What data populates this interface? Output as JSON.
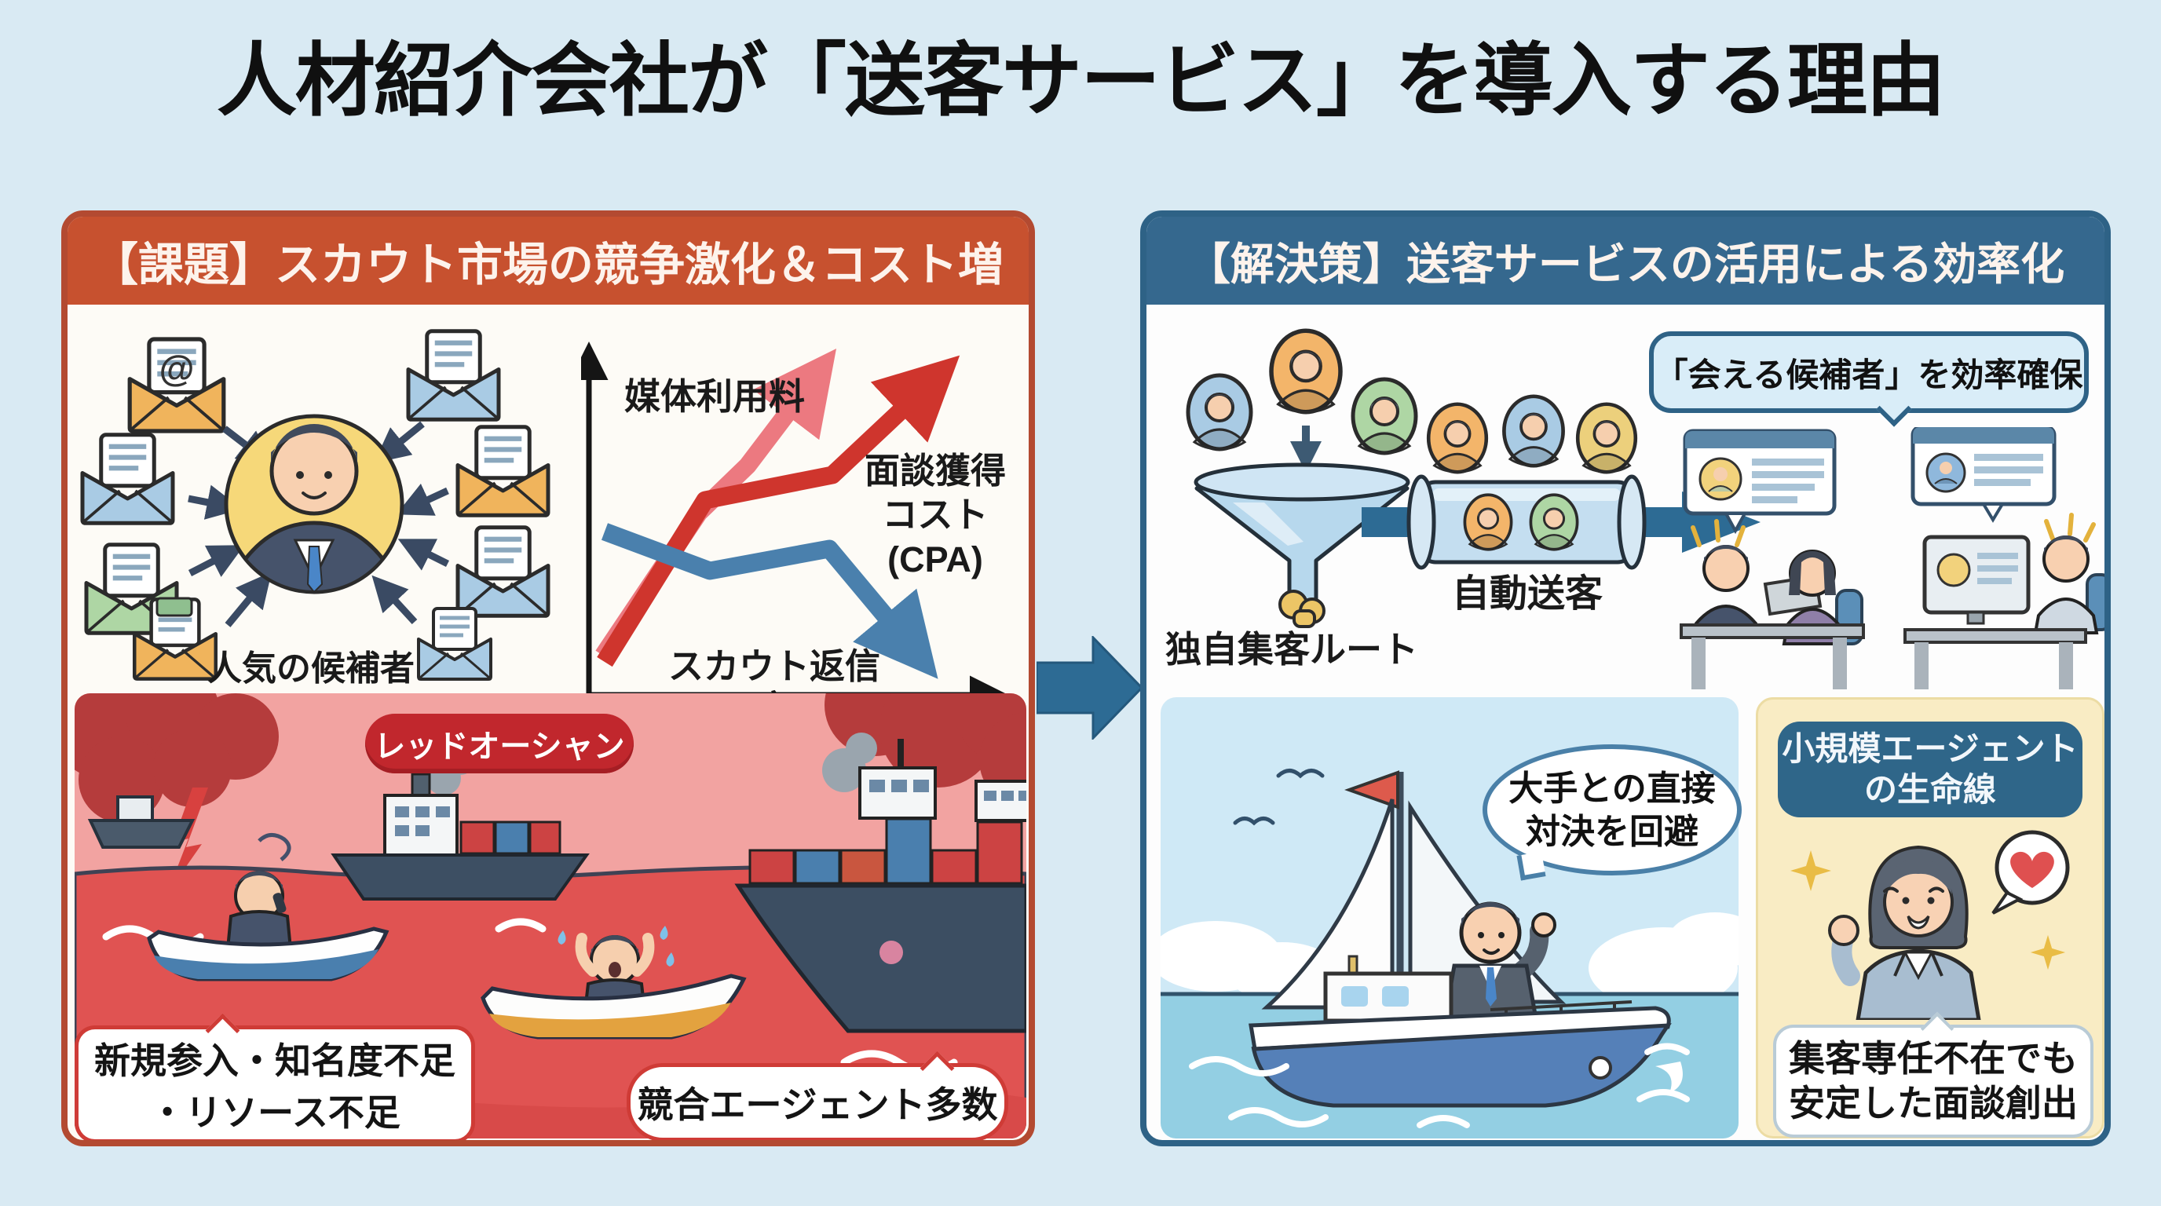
{
  "title": "人材紹介会社が「送客サービス」を導入する理由",
  "colors": {
    "background": "#d9eaf3",
    "problem_accent": "#c7512f",
    "solution_accent": "#35688e",
    "red_ocean_badge": "#c1272d",
    "flow_arrow": "#2d6b94",
    "lifeline_panel": "#f9ecc4",
    "chart_media_fee": "#ec7980",
    "chart_cpa": "#cf352d",
    "chart_reply_rate": "#4a80ad"
  },
  "left_panel": {
    "header": "【課題】スカウト市場の競争激化＆コスト増",
    "email_at_symbol": "@",
    "candidate_label": "人気の候補者",
    "chart_label_media_fee": "媒体利用料",
    "chart_label_cpa_1": "面談獲得",
    "chart_label_cpa_2": "コスト",
    "chart_label_cpa_3": "(CPA)",
    "chart_label_reply_rate": "スカウト返信率",
    "red_ocean_badge": "レッドオーシャン",
    "issue_bubble_line1": "新規参入・知名度不足",
    "issue_bubble_line2": "・リソース不足",
    "competitors_bubble": "競合エージェント多数"
  },
  "right_panel": {
    "header": "【解決策】送客サービスの活用による効率化",
    "funnel_label": "独自集客ルート",
    "auto_send_label": "自動送客",
    "efficiency_bubble": "「会える候補者」を効率確保",
    "avoid_bubble_line1": "大手との直接",
    "avoid_bubble_line2": "対決を回避",
    "lifeline_header_line1": "小規模エージェント",
    "lifeline_header_line2": "の生命線",
    "lifeline_note_line1": "集客専任不在でも",
    "lifeline_note_line2": "安定した面談創出"
  },
  "chart_data": {
    "type": "line",
    "title": "",
    "xlabel": "",
    "ylabel": "",
    "axes_labeled": false,
    "series": [
      {
        "name": "媒体利用料",
        "color": "#ec7980",
        "trend": "rising",
        "values_norm": [
          10,
          48,
          62,
          95
        ]
      },
      {
        "name": "面談獲得コスト（CPA）",
        "color": "#cf352d",
        "trend": "rising",
        "values_norm": [
          8,
          52,
          60,
          92
        ]
      },
      {
        "name": "スカウト返信率",
        "color": "#4a80ad",
        "trend": "falling",
        "values_norm": [
          45,
          34,
          40,
          8
        ]
      }
    ]
  }
}
